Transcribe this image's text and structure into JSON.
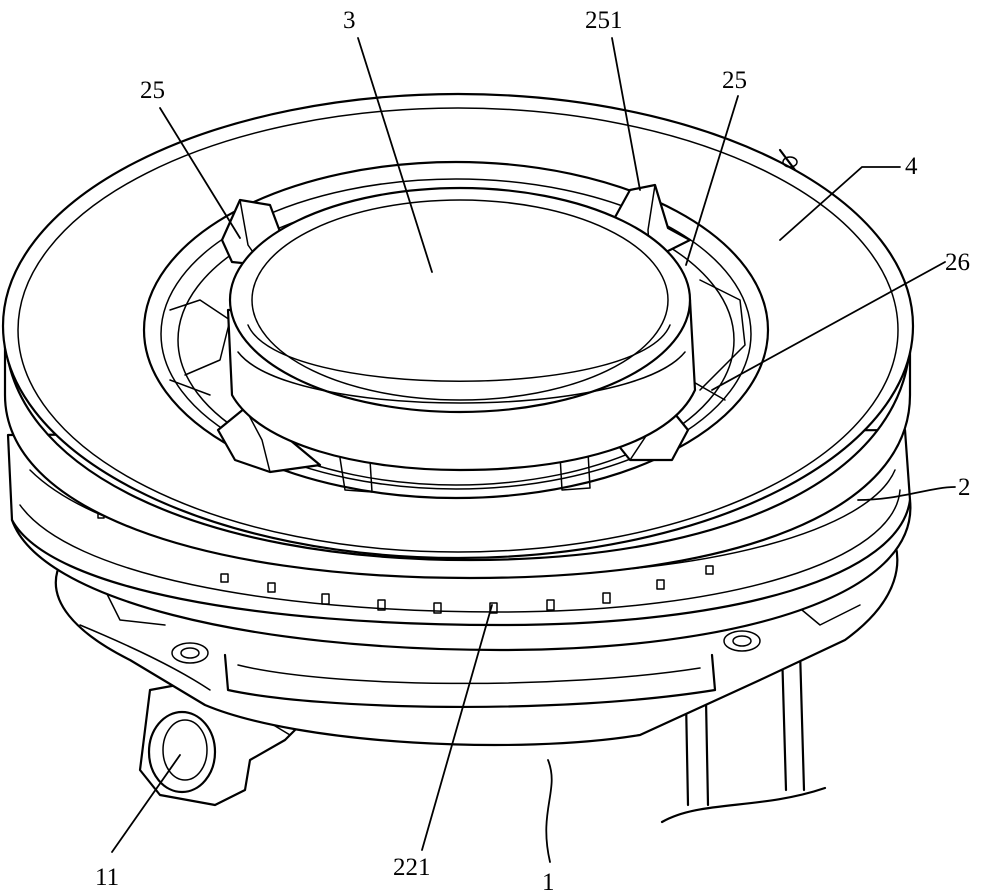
{
  "labels": {
    "top_cover": "3",
    "fire_cover_rib": "251",
    "rib_left": "25",
    "rib_right": "25",
    "outer_ring": "4",
    "inner_ring": "26",
    "burner_body": "2",
    "flame_holes": "221",
    "gas_inlet": "11",
    "base": "1"
  },
  "colors": {
    "line": "#000000",
    "background": "#ffffff"
  }
}
